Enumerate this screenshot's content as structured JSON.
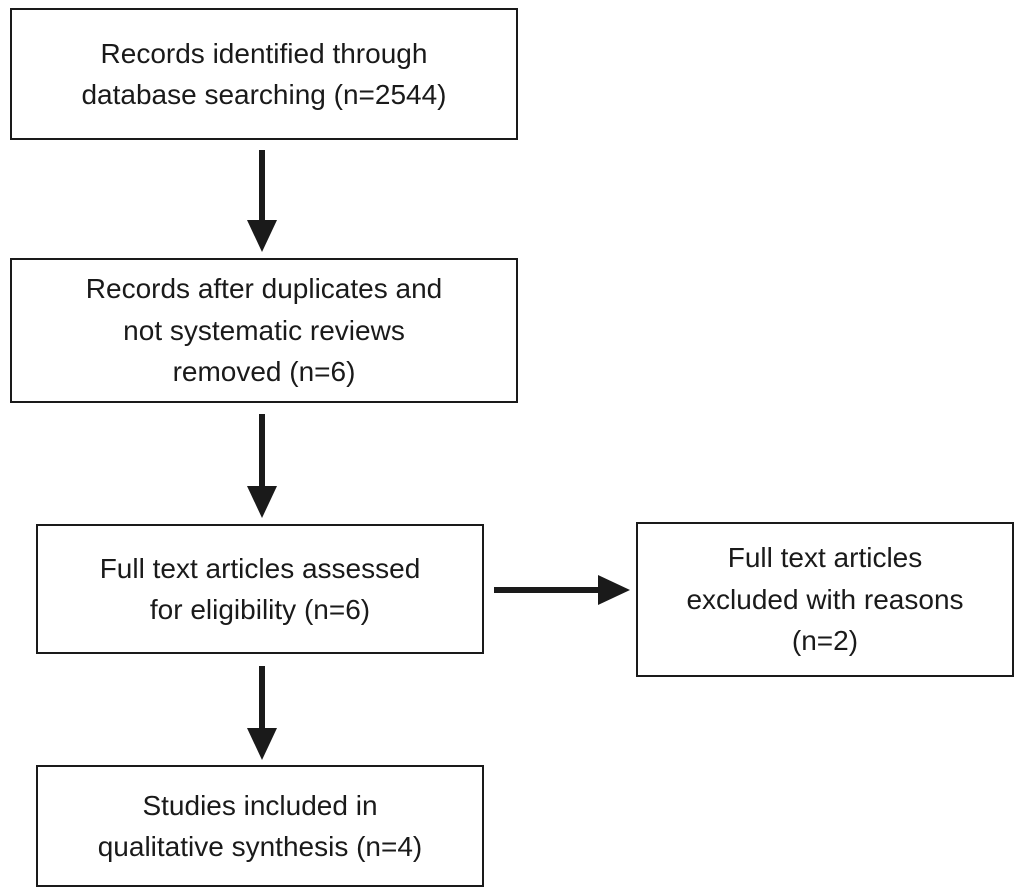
{
  "diagram": {
    "type": "flowchart",
    "nodes": {
      "identified": {
        "label": "Records identified through\ndatabase searching (n=2544)"
      },
      "screened": {
        "label": "Records after duplicates and\nnot systematic reviews\nremoved (n=6)"
      },
      "assessed": {
        "label": "Full text articles assessed\nfor eligibility (n=6)"
      },
      "excluded": {
        "label": "Full text articles\nexcluded with reasons\n(n=2)"
      },
      "included": {
        "label": "Studies included in\nqualitative synthesis (n=4)"
      }
    },
    "edges": [
      {
        "from": "identified",
        "to": "screened",
        "direction": "down"
      },
      {
        "from": "screened",
        "to": "assessed",
        "direction": "down"
      },
      {
        "from": "assessed",
        "to": "excluded",
        "direction": "right"
      },
      {
        "from": "assessed",
        "to": "included",
        "direction": "down"
      }
    ],
    "counts": {
      "identified": 2544,
      "after_duplicates_removed": 6,
      "assessed_for_eligibility": 6,
      "excluded_with_reasons": 2,
      "included_qualitative": 4
    },
    "colors": {
      "box_border": "#1a1a1a",
      "box_fill": "#ffffff",
      "text": "#1a1a1a",
      "arrow": "#1a1a1a"
    }
  }
}
